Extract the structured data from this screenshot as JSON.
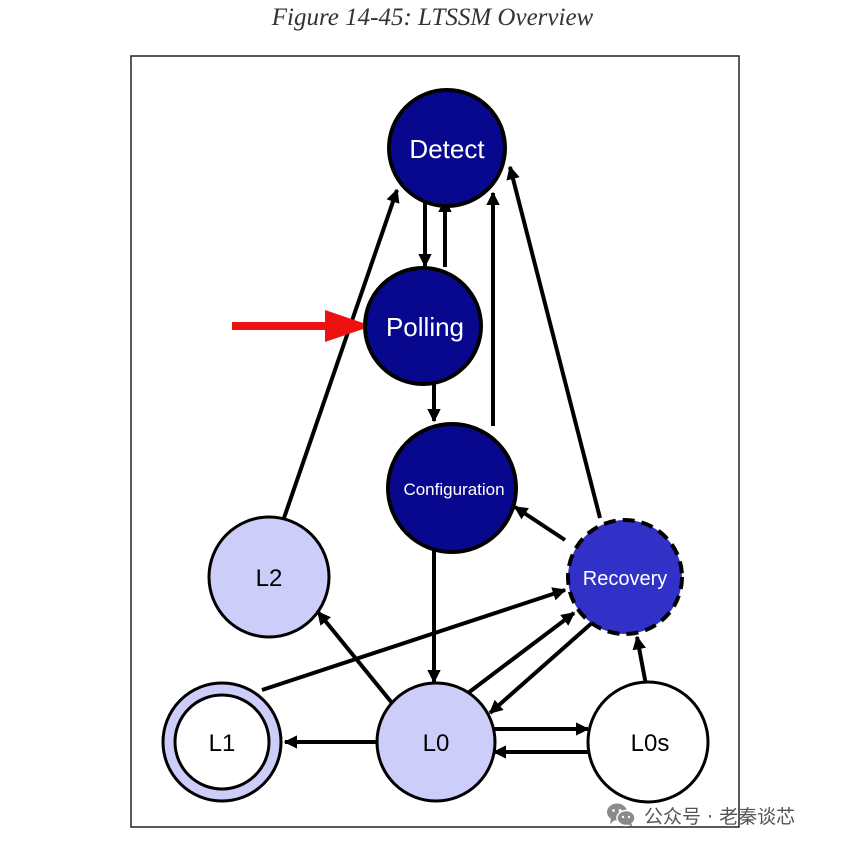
{
  "figure": {
    "title": "Figure 14-45: LTSSM Overview"
  },
  "colors": {
    "dark_state": "#08088f",
    "recovery_state": "#3131c8",
    "light_state": "#cdcdfa",
    "white_state": "#ffffff",
    "arrow": "#000000",
    "pointer": "#ee1111"
  },
  "states": {
    "detect": "Detect",
    "polling": "Polling",
    "configuration": "Configuration",
    "recovery": "Recovery",
    "l2": "L2",
    "l1": "L1",
    "l0": "L0",
    "l0s": "L0s"
  },
  "watermark": {
    "icon": "wechat-icon",
    "text": "公众号 · 老秦谈芯"
  }
}
